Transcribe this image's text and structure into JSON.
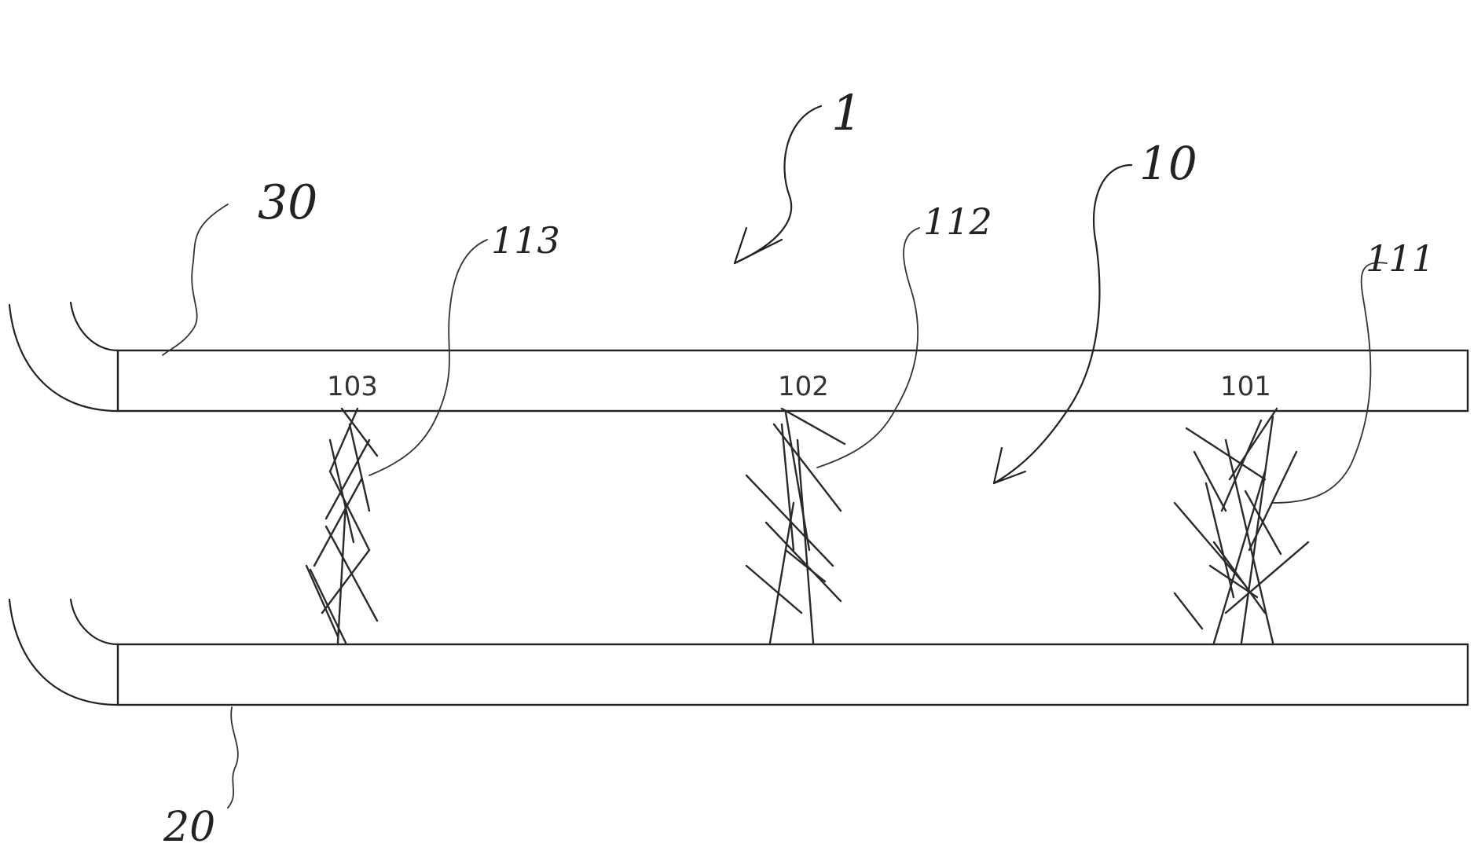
{
  "labels": {
    "ref_1": "1",
    "ref_10": "10",
    "ref_20": "20",
    "ref_30": "30",
    "ref_111": "111",
    "ref_112": "112",
    "ref_113": "113",
    "ref_101": "101",
    "ref_102": "102",
    "ref_103": "103"
  },
  "colors": {
    "line": "#222222",
    "background": "#ffffff"
  }
}
